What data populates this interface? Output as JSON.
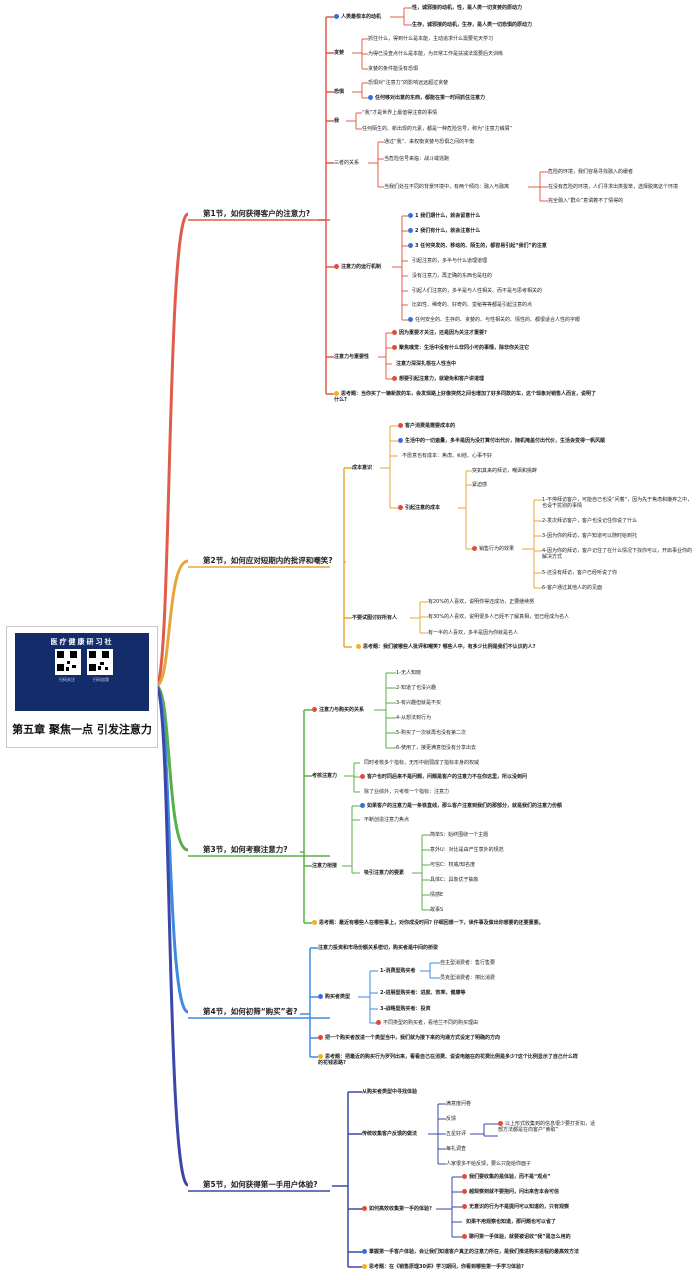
{
  "root": {
    "title": "第五章 聚焦一点 引发注意力",
    "banner_title": "医疗健康研习社",
    "qr_left_caption": "扫码关注",
    "qr_right_caption": "扫码加我"
  },
  "sections": [
    {
      "title": "第1节，如何获得客户的注意力?",
      "color": "#e05c4a"
    },
    {
      "title": "第2节，如何应对短期内的批评和嘲笑?",
      "color": "#e8a53a"
    },
    {
      "title": "第3节，如何考察注意力?",
      "color": "#5aae4a"
    },
    {
      "title": "第4节，如何初筛“购买”者?",
      "color": "#3d8ae0"
    },
    {
      "title": "第5节，如何获得第一手用户体验?",
      "color": "#3a47a8"
    }
  ],
  "s1": {
    "drive_title": "人类最根本的动机",
    "drive_a": "性，诚邪接的动机，性，是人类一切贪婪的原动力",
    "drive_b": "生存，诚邪接的动机，生存，是人类一切恐惧的原动力",
    "greed_label": "贪婪",
    "greed_1": "抓住什么，得到什么是本能，主动追求什么需要花天学习",
    "greed_2": "为得已没查点什么是本能，为日常工作是扶减法需要后天训练",
    "greed_3": "贪婪的条件能没有恐惧",
    "fear_label": "恐惧",
    "fear_1": "恐惧对“注意力”的影响远远超过贪婪",
    "fear_2": "任何够对出意的东西，都能在第一时间抓住注意力",
    "self_label": "我",
    "self_1": "“我”才是世界上最值得注意的事情",
    "self_2": "任何陌生的、新出现的元素，都是一种危险信号，称为“注意力鳞屑”",
    "triad_label": "三者的关系",
    "triad_1": "通过“我”、来权衡贪婪与恐惧之间的平衡",
    "triad_2": "当危险信号来临：战斗或逃跑",
    "triad_3": "当我们处在不同的背景环境中，有两个倾向：融入与融离",
    "triad_3a": "危险的环境，我们容易寻找融入的缓者",
    "triad_3b": "在没有危险的环境，人们寻求出类拔萃，选择脱离这个环境",
    "triad_3c": "完全融入“群众”意谓着不了情得的",
    "rule_label": "注意力的运行机制",
    "rule_1": "1 我们期什么，就会留意什么",
    "rule_2": "2 我们有什么，就会注意什么",
    "rule_3": "3 任何突发的、移动的、陌生的，都容易引起“我们”的注意",
    "rule_4": "引起注意的，多半与什么道理道理",
    "rule_5": "没有注意力，再正确的东西也是枉的",
    "rule_6": "引起人们注意的，多半是与人性相关、而不是与思考相关的",
    "rule_7": "比如性、稀奇的、好奇的、蛮秘等等都是引起注意的点",
    "rule_8": "任何安全的、生存的、贪婪的、与性相关的、情性的、都很适合人性的字眼",
    "imp_label": "注意力与重要性",
    "imp_1": "因为重要才关注，还是因为关注才重要?",
    "imp_2": "聚焦嗅觉：生活中没有什么非同小可的事情，除非你关注它",
    "imp_3": "注意力深深扎根在人性当中",
    "imp_4": "想要引起注意力，就避免和客户讲道理",
    "think": "思考题：当你买了一辆新款的车，会发现路上好像突然之间也增加了好多同款的车，这个现象对销售人而言，说明了什么?"
  },
  "s2": {
    "cost_label": "成本意识",
    "cost_1": "客户消费是需要成本的",
    "cost_2": "生活中的一切逾量，多半是因为没打算付出代价，随机掩盖付出代价，生活会变得一帆风顺",
    "cost_3": "不愿意也有成本：焦虑、纠结、心事不好",
    "pay_label": "引起注意的成本",
    "pay_1": "突如其来的拜访，嘲讽和挑衅",
    "pay_2": "紧迫感",
    "sell_label": "销售行为的效果",
    "sell_1": "1-不停拜访客户，可能自己也没“问着”，因为先于焦虑和嫌弃之中，也设干扰别的事情",
    "sell_2": "2-发次拜访客户，客户也没记住你说了什么",
    "sell_3": "3-因为你的拜访，客户知道可以随时给到托",
    "sell_4": "4-因为你的拜访，客户记住了在什么情况下找你可以，开启事业你的解决方式",
    "sell_5": "5-还没有拜访，客户已经听说了你",
    "sell_6": "6-客户通过其他人的的见面",
    "all_label": "不要试图讨好所有人",
    "all_1": "有20%的人喜欢，说明你得还成功，正要继续努",
    "all_2": "有30%的人喜欢，说明很多人已经不了解真相，但已经成为名人",
    "all_3": "有一半的人喜欢，多半是因为你就是名人",
    "think": "思考题：我们被哪些人批评和嘲笑? 哪些人中，有多少比例是我们不认识的人?"
  },
  "s3": {
    "link_label": "注意力与购买的关系",
    "link_1": "1-无人知晓",
    "link_2": "2-知道了也没兴趣",
    "link_3": "3-有兴趣但就是不买",
    "link_4": "4-从想法到行为",
    "link_5": "5-购买了一次就再也没有第二次",
    "link_6": "6-使用了，接更满意但没有分享出去",
    "test_label": "考核注意力",
    "test_1": "同时考核多个指标，无形中削弱成了指标本身的权威",
    "test_2": "客户也时同后来不是问题，问题是客户的注意力不在你这里，所以没到问",
    "test_3": "除了业绩外，只考核一个指标：注意力",
    "grab_label": "注意力衔接",
    "grab_1": "如果客户的注意力是一条铁直线，那么客户注意到我们的那部分，就是我们的注意力份额",
    "grab_2": "不断创造注意力焦点",
    "elem_label": "吸引注意力的要素",
    "elem_1": "简单S：始终围绕一个主题",
    "elem_2": "意外U：对比是由产生意外的规范",
    "elem_3": "可信C：权威/知名度",
    "elem_4": "具体C：具象优于抽象",
    "elem_5": "情感E",
    "elem_6": "故事S",
    "think": "思考题：最近有哪些人在哪些事上，对你成没时间? 仔细回想一下，读件事及做出你想要的还要重要。"
  },
  "s4": {
    "lead": "注意力投资和市场份额关系密切，购买者是中间的桥梁",
    "type_label": "购买者类型",
    "t1": "1-消费型购买者",
    "t1a": "自主型消费者：售行售要",
    "t1b": "员克型消费者：擦比消费",
    "t2": "2-进展型购买者：进度、效率、健康等",
    "t3": "3-战略型购买者：投资",
    "t4": "不同类型的购买者，看他兰不同的购买理由",
    "m1": "把一个购买者放进一个类型当中，我们就为接下来的沟通方式设定了明确的方向",
    "think": "思考题：把最近的购买行为罗列出来，看看自己在消费、说说电脑在的花费比例是多少?这个比例显示了自己什么样的花钱思路?"
  },
  "s5": {
    "a": "从购买者类型中寻找体验",
    "trad_label": "传统收集客户反馈的做法",
    "trad_1": "满意度问卷",
    "trad_2": "反馈",
    "trad_3": "五星好评",
    "trad_4": "每礼调查",
    "trad_5": "人家很多不给反馈，要么只能给你面子",
    "trad_note": "以上形式收集到的信息很少要打折扣，话部方法都是在向客户“索取”",
    "first_label": "如何高效收集第一手的体验?",
    "first_1": "我们要收集的是体验，而不是“观点”",
    "first_2": "越规察到就不要抱问，问出来告本会可信",
    "first_3": "无意识的行为不是提问可以知道的，只有观察",
    "first_4": "如果不用观察也知道，那问题也可以省了",
    "first_5": "聊问第一手体验，就要被诏收“我”是怎么用的",
    "master": "掌握第一手客户体验，会让我们知道客户真正的注意力所在，是我们推进购买进程的最高效方法",
    "think": "思考题：在《销售原理30讲》学习期间，你看到哪些第一手学习体验?"
  }
}
